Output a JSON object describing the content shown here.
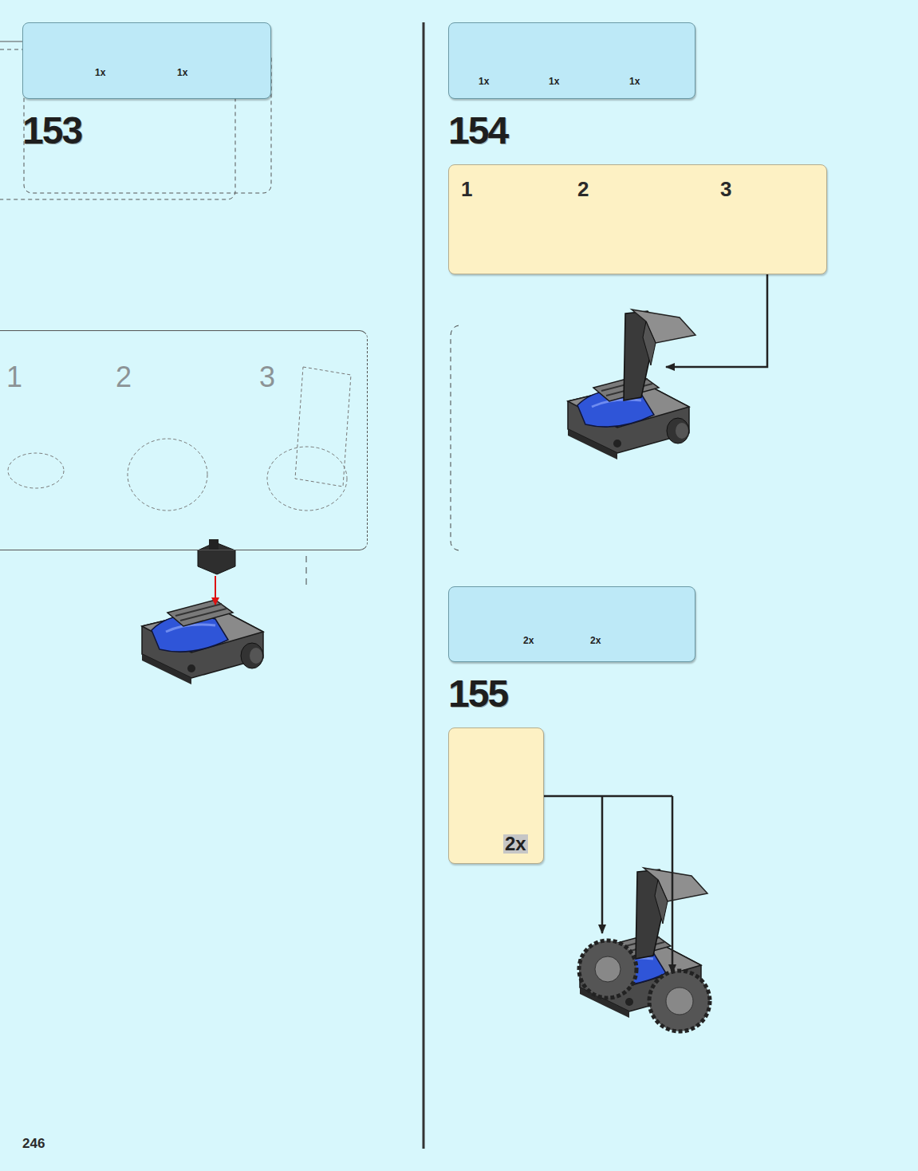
{
  "diagram": {
    "nodes": [
      {
        "text": [
          "1x",
          "1x"
        ]
      },
      {
        "text": [
          "1",
          "2",
          "3"
        ]
      },
      {
        "text": [
          "1x",
          "1x",
          "1x"
        ]
      },
      {
        "text": [
          "1",
          "2",
          "3"
        ]
      },
      {
        "text": [
          "2x",
          "2x"
        ]
      },
      {
        "text": [
          "2x"
        ]
      }
    ],
    "labels": [
      "153",
      "154",
      "155",
      "246"
    ]
  }
}
